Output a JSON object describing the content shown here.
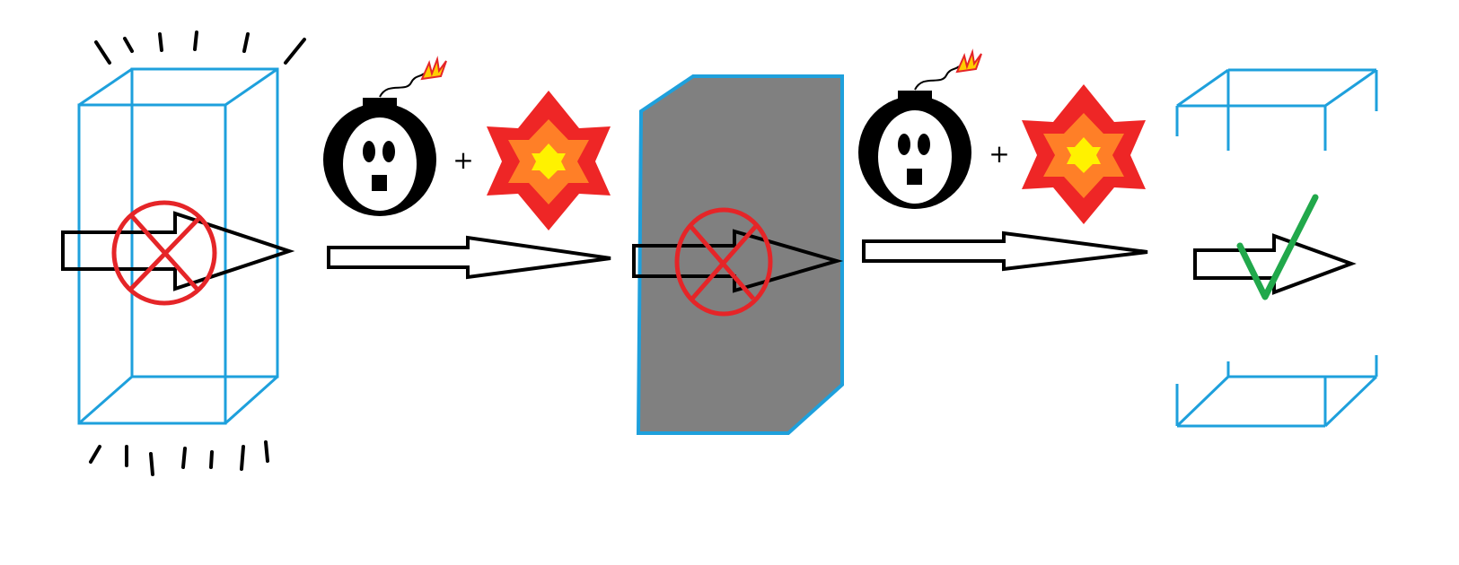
{
  "canvas": {
    "background": "#ffffff"
  },
  "colors": {
    "box_edge": "#1ea0dc",
    "forbidden": "#e52528",
    "check": "#21a84b",
    "arrow_stroke": "#000000",
    "arrow_fill": "#ffffff",
    "wall_fill": "#808080",
    "bomb": "#000000",
    "explosion_outer": "#ee2626",
    "explosion_middle": "#ff7f27",
    "explosion_inner": "#fff200"
  },
  "stages": [
    {
      "id": "stage-1",
      "object": "wireframe-box-glowing",
      "arrow_status": "blocked",
      "status_icon": "no-entry-icon"
    },
    {
      "id": "stage-2",
      "object": "solid-wall",
      "arrow_status": "blocked",
      "status_icon": "no-entry-icon"
    },
    {
      "id": "stage-3",
      "object": "broken-box",
      "arrow_status": "passes",
      "status_icon": "check-mark-icon"
    }
  ],
  "transitions": [
    {
      "id": "transition-1",
      "operator": "+",
      "items": [
        "bomb-icon",
        "explosion-icon"
      ]
    },
    {
      "id": "transition-2",
      "operator": "+",
      "items": [
        "bomb-icon",
        "explosion-icon"
      ]
    }
  ]
}
